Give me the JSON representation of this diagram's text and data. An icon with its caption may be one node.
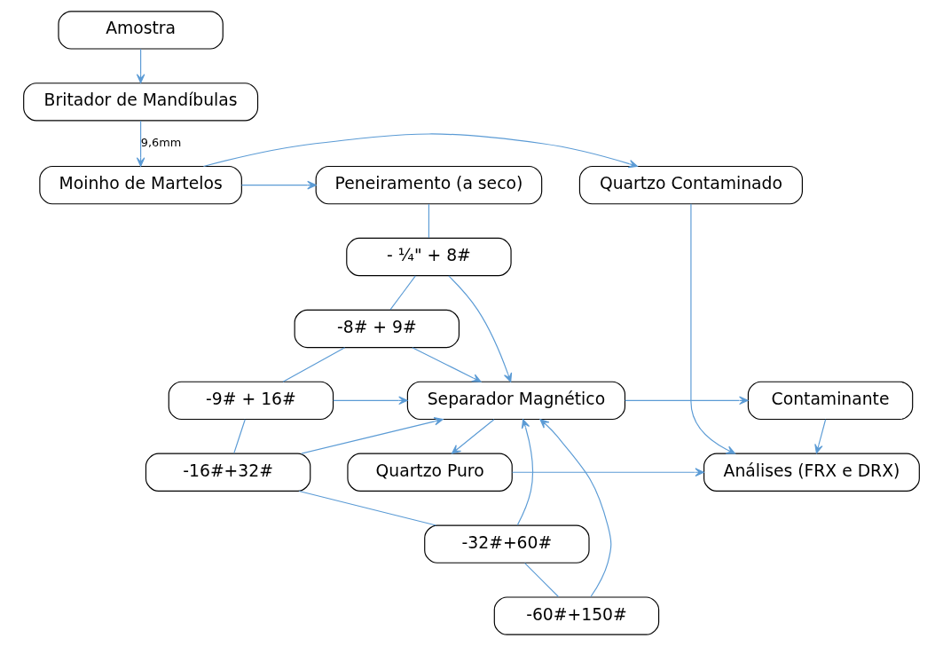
{
  "diagram": {
    "nodes": [
      {
        "text": [
          "Amostra"
        ]
      },
      {
        "text": [
          "Britador de Mandíbulas"
        ]
      },
      {
        "text": [
          "Quartzo Contaminado"
        ]
      },
      {
        "text": [
          "Moinho de Martelos"
        ]
      },
      {
        "text": [
          "Peneiramento (a seco)"
        ]
      },
      {
        "text": [
          "- ¼\" + 8#"
        ]
      },
      {
        "text": [
          "-8# + 9#"
        ]
      },
      {
        "text": [
          "-9# + 16#"
        ]
      },
      {
        "text": [
          "-16#+32#"
        ]
      },
      {
        "text": [
          "-32#+60#"
        ]
      },
      {
        "text": [
          "-60#+150#"
        ]
      },
      {
        "text": [
          "Contaminante"
        ]
      },
      {
        "text": [
          "Separador Magnético"
        ]
      },
      {
        "text": [
          "Análises (FRX e DRX)"
        ]
      },
      {
        "text": [
          "Quartzo Puro"
        ]
      }
    ],
    "edges": [
      {
        "from": 0,
        "to": 1,
        "arrow": "to"
      },
      {
        "from": 1,
        "to": 3,
        "arrow": "to",
        "label": "9,6mm"
      },
      {
        "from": 3,
        "to": 2,
        "arrow": "to"
      },
      {
        "from": 3,
        "to": 4,
        "arrow": "to"
      },
      {
        "from": 4,
        "to": 5,
        "arrow": "none"
      },
      {
        "from": 5,
        "to": 6,
        "arrow": "none"
      },
      {
        "from": 6,
        "to": 7,
        "arrow": "none"
      },
      {
        "from": 7,
        "to": 8,
        "arrow": "none"
      },
      {
        "from": 8,
        "to": 9,
        "arrow": "none"
      },
      {
        "from": 9,
        "to": 10,
        "arrow": "none"
      },
      {
        "from": 5,
        "to": 12,
        "arrow": "to"
      },
      {
        "from": 6,
        "to": 12,
        "arrow": "to"
      },
      {
        "from": 7,
        "to": 12,
        "arrow": "to"
      },
      {
        "from": 8,
        "to": 12,
        "arrow": "to"
      },
      {
        "from": 9,
        "to": 12,
        "arrow": "to"
      },
      {
        "from": 10,
        "to": 12,
        "arrow": "to"
      },
      {
        "from": 12,
        "to": 11,
        "arrow": "to"
      },
      {
        "from": 12,
        "to": 14,
        "arrow": "to"
      },
      {
        "from": 2,
        "to": 13,
        "arrow": "to"
      },
      {
        "from": 11,
        "to": 13,
        "arrow": "to"
      },
      {
        "from": 14,
        "to": 13,
        "arrow": "to"
      }
    ]
  }
}
